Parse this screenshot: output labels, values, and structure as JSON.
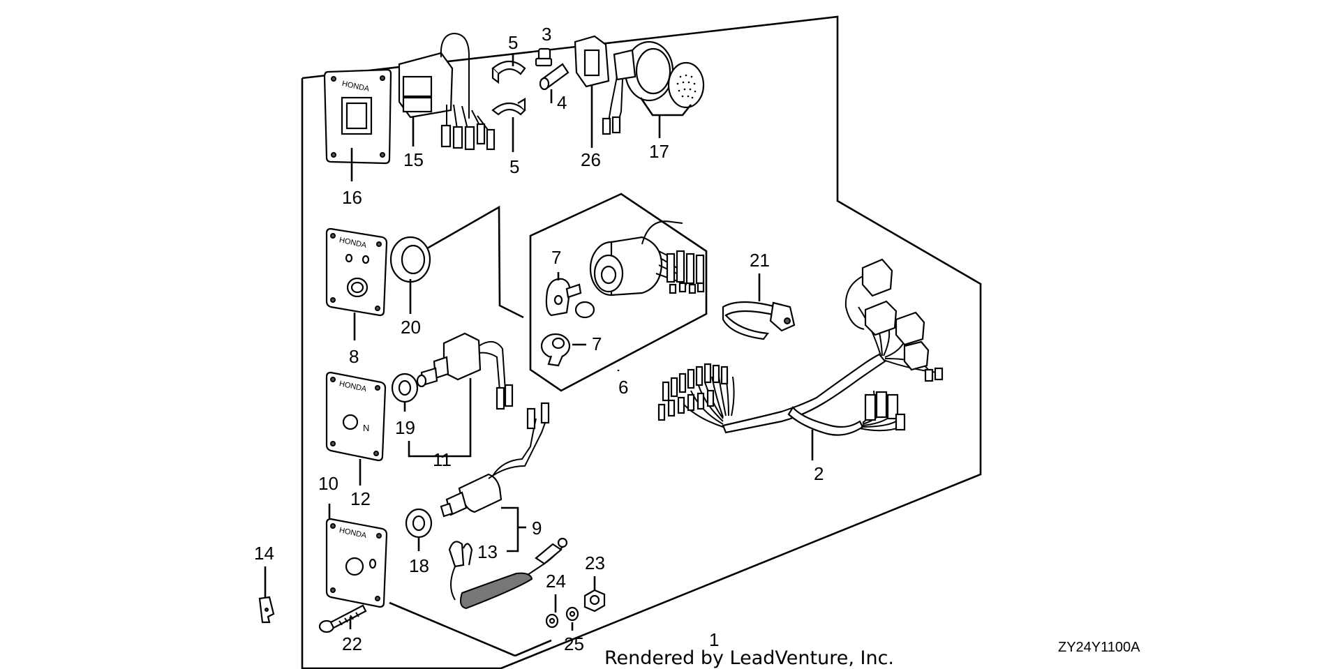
{
  "part_labels": [
    "1",
    "2",
    "3",
    "4",
    "5",
    "5",
    "6",
    "7",
    "7",
    "8",
    "9",
    "10",
    "11",
    "12",
    "13",
    "14",
    "15",
    "16",
    "17",
    "18",
    "19",
    "20",
    "21",
    "22",
    "23",
    "24",
    "25",
    "26"
  ],
  "credit": "Rendered by LeadVenture, Inc.",
  "diagram_code": "ZY24Y1100A",
  "plate_brand": "HONDA",
  "plate_mark": "N"
}
